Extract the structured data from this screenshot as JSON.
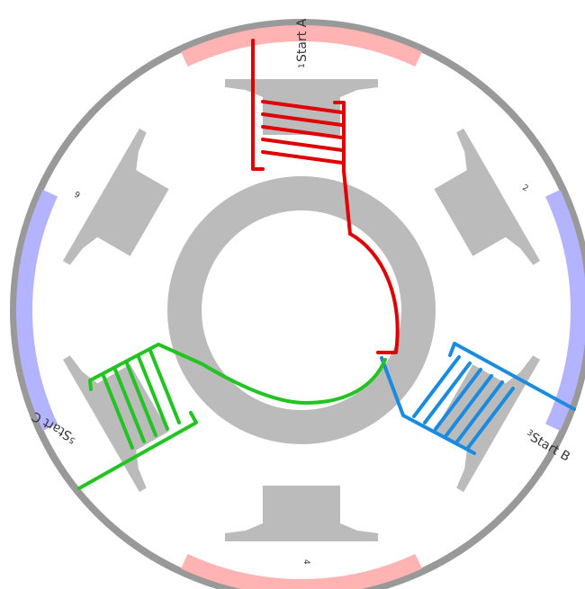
{
  "labels": {
    "start_a": "Start A",
    "start_b": "Start B",
    "start_c": "Start C",
    "slot_1": "1",
    "slot_2": "2",
    "slot_3": "3",
    "slot_4": "4",
    "slot_5": "5",
    "slot_6": "6"
  },
  "colors": {
    "outer_ring": "#999999",
    "stator": "#bbbbbb",
    "magnet_pink": "#ffb3b3",
    "magnet_blue": "#b3b3ff",
    "phase_a": "#e00000",
    "phase_b": "#1a8ce0",
    "phase_c": "#22c422"
  }
}
